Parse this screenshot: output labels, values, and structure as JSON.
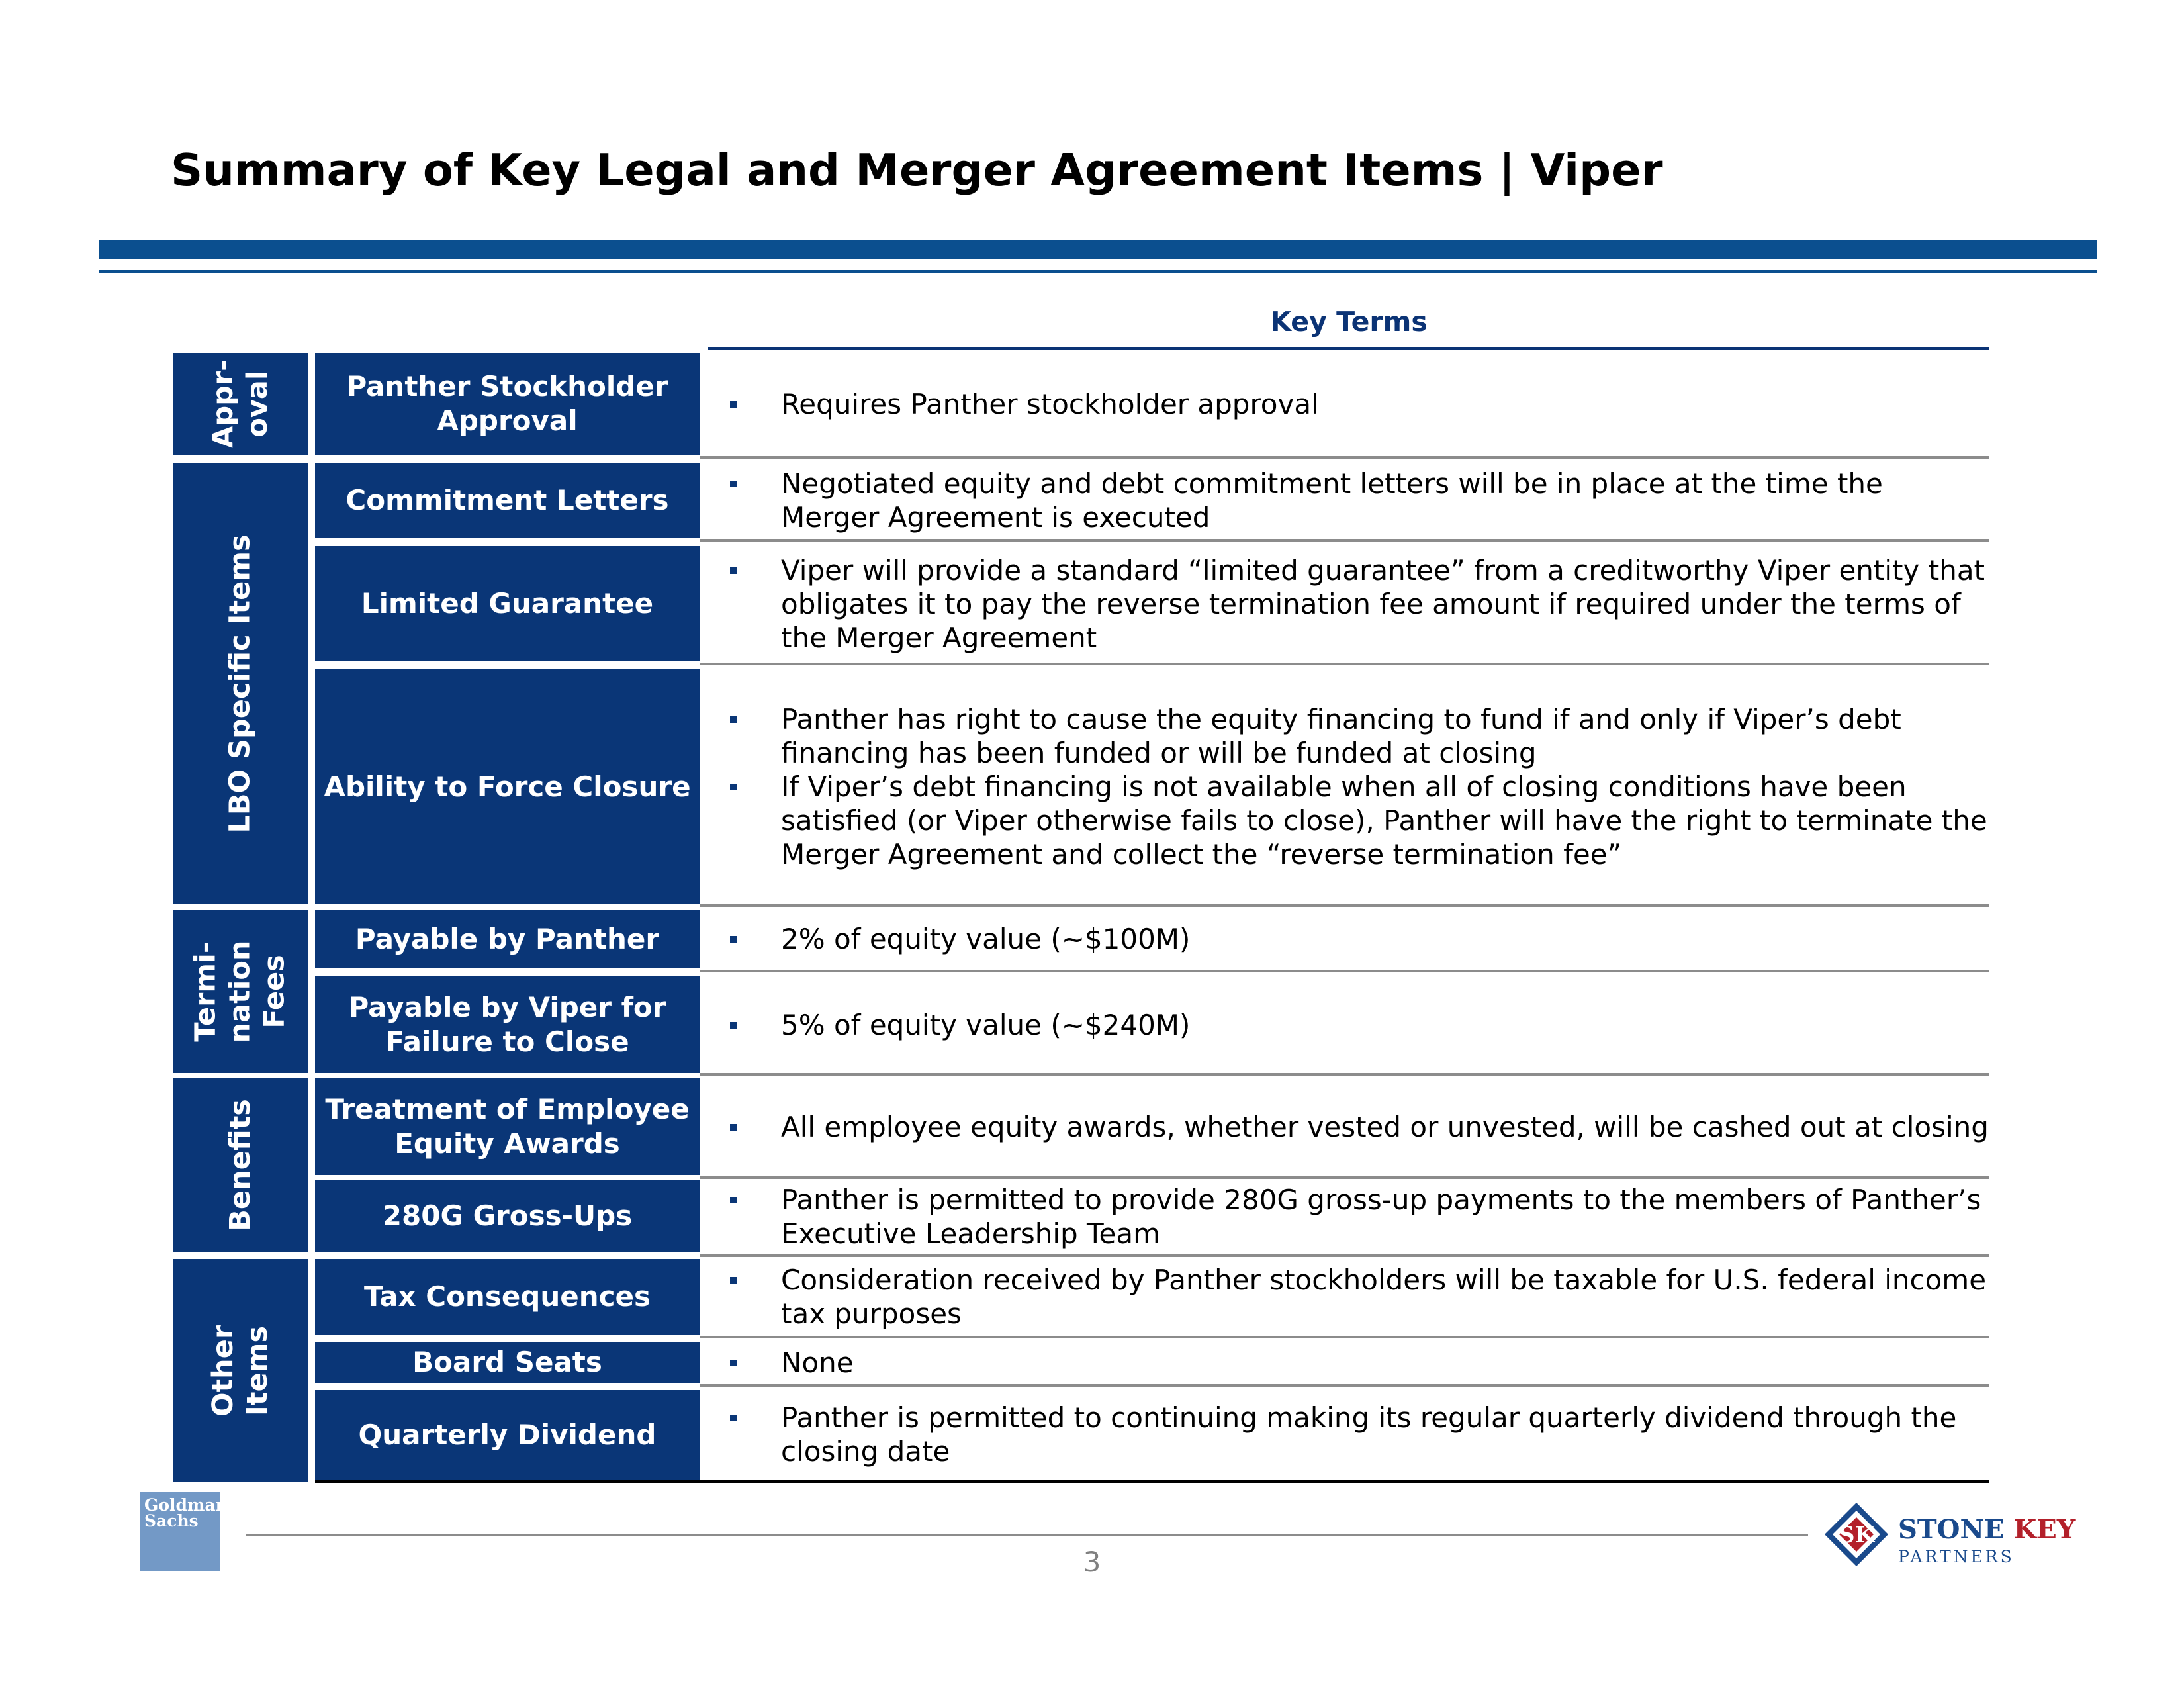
{
  "header": {
    "title": "Summary of Key Legal and Merger Agreement Items | Viper",
    "column_header": "Key Terms"
  },
  "categories": [
    {
      "label": "Appr-\noval"
    },
    {
      "label": "LBO Specific Items"
    },
    {
      "label": "Termi-\nnation\nFees"
    },
    {
      "label": "Benefits"
    },
    {
      "label": "Other\nItems"
    }
  ],
  "rows": [
    {
      "item": "Panther Stockholder Approval",
      "terms": [
        "Requires Panther stockholder approval"
      ]
    },
    {
      "item": "Commitment Letters",
      "terms": [
        "Negotiated equity and debt commitment letters will be in place at the time the Merger Agreement is executed"
      ]
    },
    {
      "item": "Limited Guarantee",
      "terms": [
        "Viper will provide a standard “limited guarantee” from a creditworthy Viper entity that obligates it to pay the reverse termination fee amount if required under the terms of the Merger Agreement"
      ]
    },
    {
      "item": "Ability to Force Closure",
      "terms": [
        "Panther has right to cause the equity financing to fund if and only if Viper’s debt financing has been funded or will be funded at closing",
        "If Viper’s debt financing is not available when all of closing conditions have been satisfied (or Viper otherwise fails to close), Panther will have the right to terminate the Merger Agreement and collect the “reverse termination fee”"
      ]
    },
    {
      "item": "Payable by Panther",
      "terms": [
        "2% of equity value (~$100M)"
      ]
    },
    {
      "item": "Payable by Viper for Failure to Close",
      "terms": [
        "5% of equity value (~$240M)"
      ]
    },
    {
      "item": "Treatment of Employee Equity Awards",
      "terms": [
        "All employee equity awards, whether vested or unvested, will be cashed out at closing"
      ]
    },
    {
      "item": "280G Gross-Ups",
      "terms": [
        "Panther is permitted to provide 280G gross-up payments to the members of Panther’s Executive Leadership Team"
      ]
    },
    {
      "item": "Tax Consequences",
      "terms": [
        "Consideration received by Panther stockholders will be taxable for U.S. federal income tax purposes"
      ]
    },
    {
      "item": "Board Seats",
      "terms": [
        "None"
      ]
    },
    {
      "item": "Quarterly Dividend",
      "terms": [
        "Panther is permitted to continuing making its regular quarterly dividend through the closing date"
      ]
    }
  ],
  "footer": {
    "page_number": "3",
    "left_logo": "Goldman\nSachs",
    "right_logo_mark": "SK",
    "right_logo_name_1": "STONE",
    "right_logo_name_2": "KEY",
    "right_logo_sub": "PARTNERS"
  },
  "colors": {
    "navy": "#0a3677",
    "header_bar": "#0b4f8f",
    "separator": "#8c8c8c",
    "gs_blue": "#7399c6",
    "sk_red": "#b3202a"
  }
}
